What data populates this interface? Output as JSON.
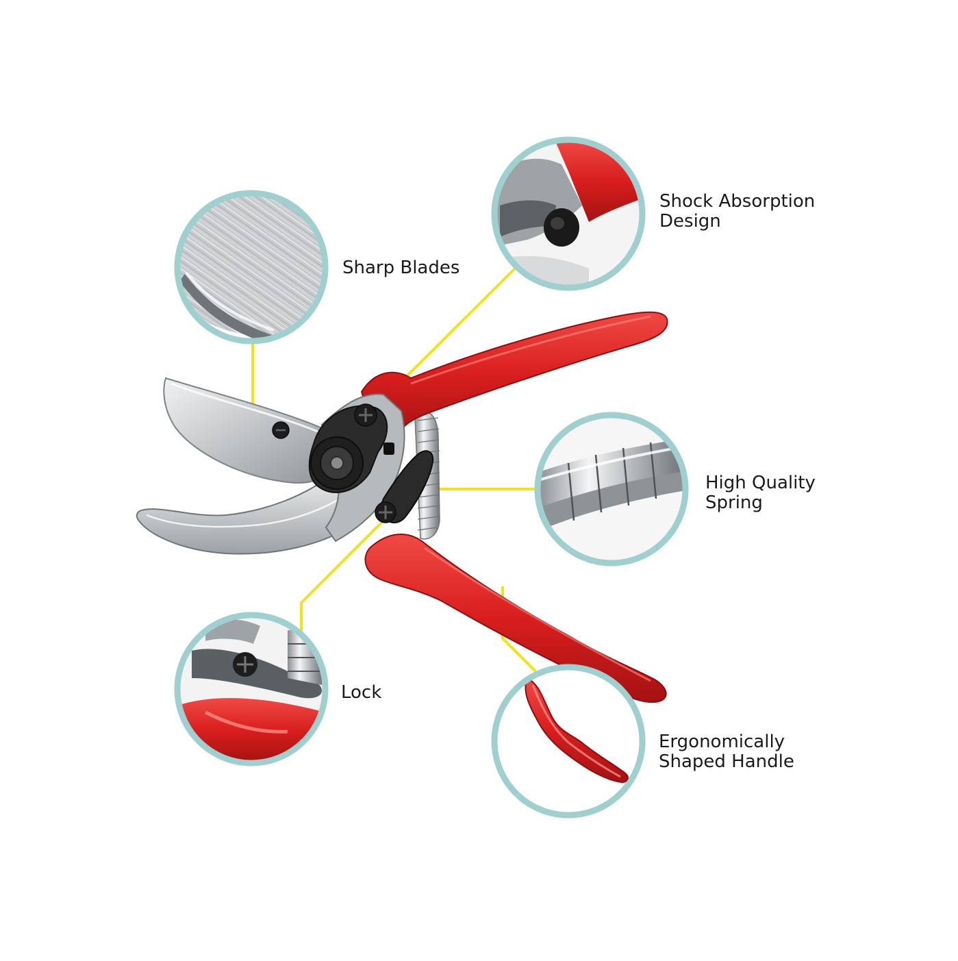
{
  "callouts": {
    "sharp_blades": {
      "lines": [
        "Sharp Blades"
      ]
    },
    "shock_absorption": {
      "lines": [
        "Shock Absorption",
        "Design"
      ]
    },
    "spring": {
      "lines": [
        "High Quality",
        "Spring"
      ]
    },
    "lock": {
      "lines": [
        "Lock"
      ]
    },
    "handle": {
      "lines": [
        "Ergonomically",
        "Shaped Handle"
      ]
    }
  },
  "colors": {
    "handle_red": "#d81e1e",
    "handle_dark": "#9c0f10",
    "steel": "#c9ccce",
    "steel_dark": "#7d8285",
    "leader_line": "#f2e21b",
    "ring": "#9fcfcf",
    "hardware": "#262626"
  }
}
